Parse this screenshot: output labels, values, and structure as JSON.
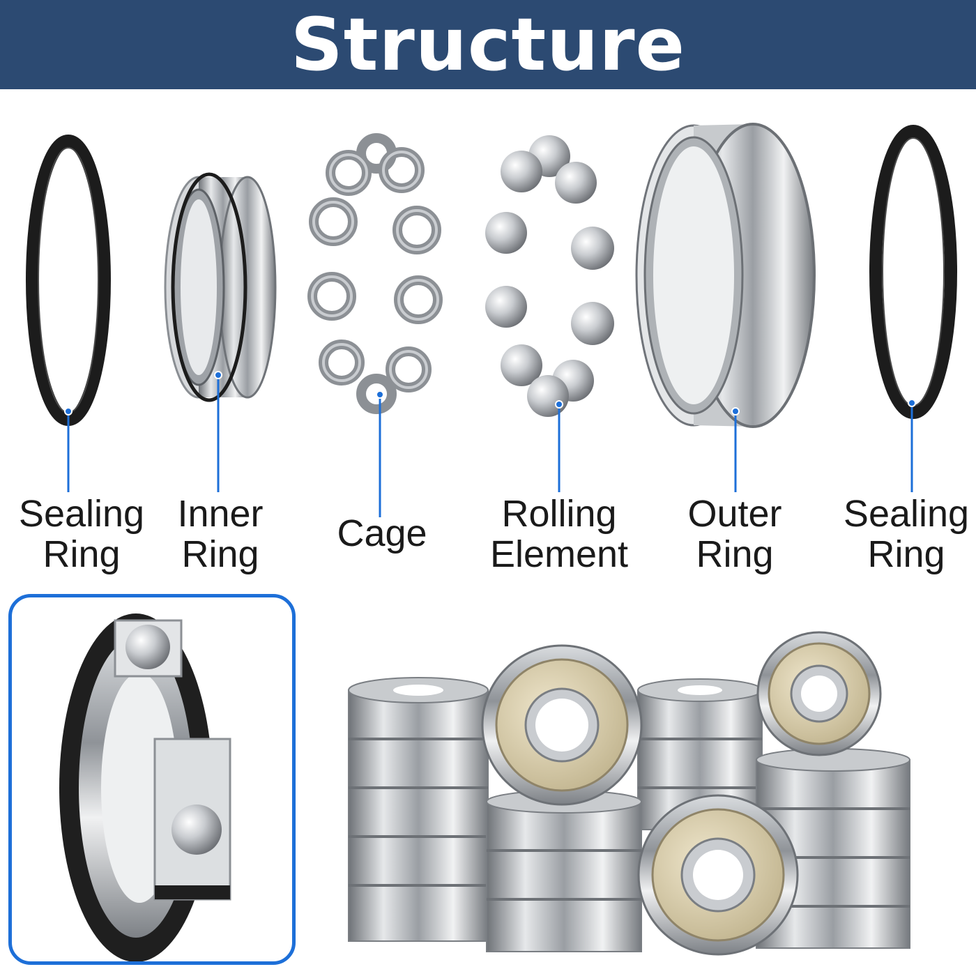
{
  "header": {
    "title": "Structure"
  },
  "parts": [
    {
      "id": "sealing-ring-left",
      "label": "Sealing\nRing"
    },
    {
      "id": "inner-ring",
      "label": "Inner\nRing"
    },
    {
      "id": "cage",
      "label": "Cage"
    },
    {
      "id": "rolling-element",
      "label": "Rolling\nElement"
    },
    {
      "id": "outer-ring",
      "label": "Outer\nRing"
    },
    {
      "id": "sealing-ring-right",
      "label": "Sealing\nRing"
    }
  ],
  "colors": {
    "header_bg": "#2c4a72",
    "leader_line": "#1d6fd8",
    "callout_border": "#1d6fd8",
    "seal": "#1c1c1c",
    "steel": "#b9bcc0",
    "brass_shield": "#d8ccaa"
  }
}
